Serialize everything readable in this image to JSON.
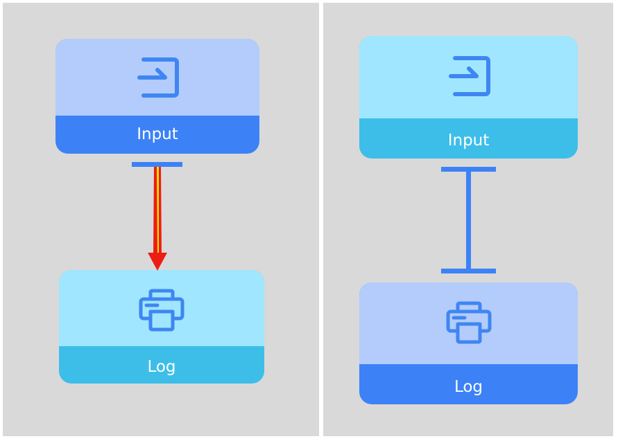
{
  "left_panel": {
    "source_node": {
      "label": "Input",
      "icon": "enter-icon",
      "theme": "blue"
    },
    "target_node": {
      "label": "Log",
      "icon": "printer-icon",
      "theme": "cyan"
    },
    "connector": "red-yellow-arrow"
  },
  "right_panel": {
    "source_node": {
      "label": "Input",
      "icon": "enter-icon",
      "theme": "cyan"
    },
    "target_node": {
      "label": "Log",
      "icon": "printer-icon",
      "theme": "blue"
    },
    "connector": "i-beam"
  },
  "colors": {
    "panel_bg": "#d9d9d9",
    "blue_bar": "#3c82f6",
    "blue_top": "#b3ccfb",
    "cyan_bar": "#3dbee9",
    "cyan_top": "#a0e6ff",
    "icon_stroke": "#3f86f2",
    "arrow_red": "#ee1c14",
    "arrow_yellow": "#ffe600"
  }
}
